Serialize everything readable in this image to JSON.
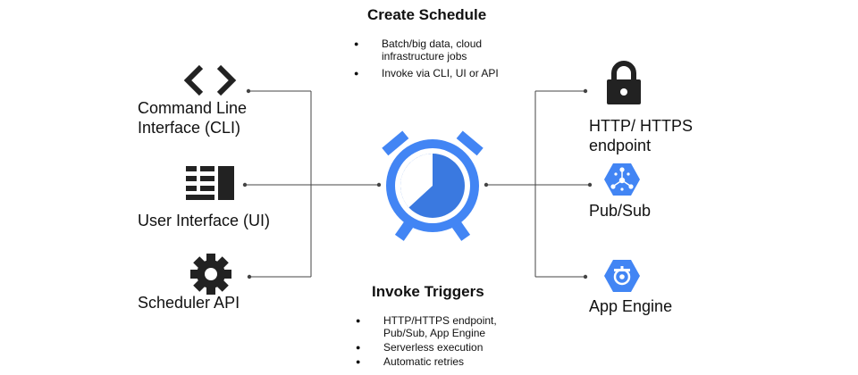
{
  "create_schedule": {
    "title": "Create Schedule",
    "bullets": [
      "Batch/big data, cloud infrastructure jobs",
      "Invoke via CLI, UI or API"
    ]
  },
  "invoke_triggers": {
    "title": "Invoke Triggers",
    "bullets": [
      "HTTP/HTTPS endpoint, Pub/Sub, App Engine",
      "Serverless execution",
      "Automatic retries"
    ]
  },
  "inputs": [
    {
      "label_line1": "Command Line",
      "label_line2": "Interface (CLI)",
      "icon": "code-brackets-icon"
    },
    {
      "label_line1": "User Interface (UI)",
      "icon": "ui-panel-icon"
    },
    {
      "label_line1": "Scheduler API",
      "icon": "gear-icon"
    }
  ],
  "center": {
    "icon": "alarm-clock-icon"
  },
  "targets": [
    {
      "label_line1": "HTTP/ HTTPS",
      "label_line2": "endpoint",
      "icon": "lock-icon"
    },
    {
      "label_line1": "Pub/Sub",
      "icon": "pubsub-icon"
    },
    {
      "label_line1": "App Engine",
      "icon": "app-engine-icon"
    }
  ],
  "colors": {
    "primary_blue": "#4285f4",
    "dark_blue": "#3a79e0",
    "icon_dark": "#222222",
    "line": "#444444"
  }
}
